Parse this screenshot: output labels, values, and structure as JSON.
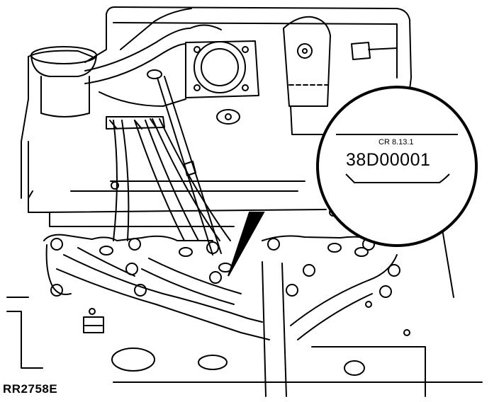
{
  "figure": {
    "reference_code": "RR2758E",
    "callout": {
      "label": "CR 8.13.1",
      "part_number": "38D00001"
    }
  }
}
